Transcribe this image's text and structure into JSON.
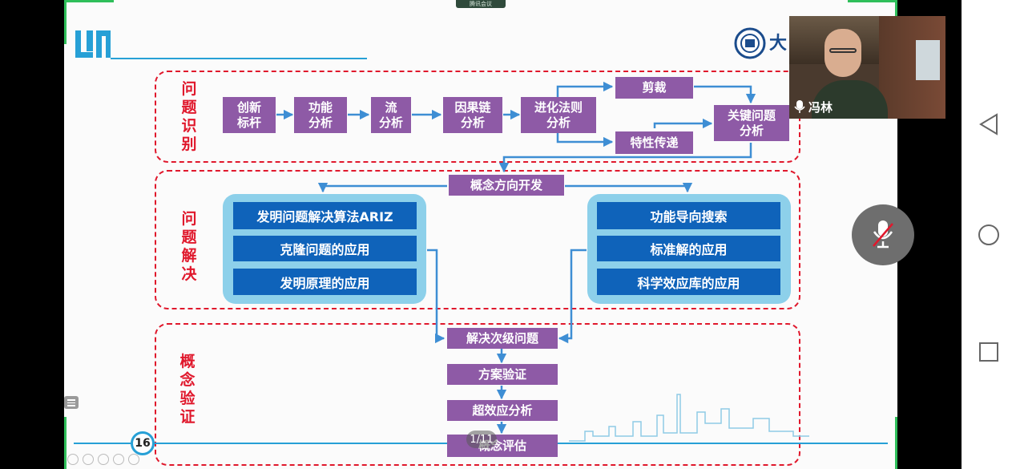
{
  "meeting": {
    "top_label": "腾讯会议",
    "participant_name": "冯林",
    "page_indicator": "1/11"
  },
  "slide": {
    "page_number": "16",
    "sections": {
      "identify": "问\n题\n识\n别",
      "solve": "问\n题\n解\n决",
      "verify": "概\n念\n验\n证"
    },
    "flow": {
      "innovation_benchmark": "创新\n标杆",
      "function_analysis": "功能\n分析",
      "flow_analysis": "流\n分析",
      "causal_chain": "因果链\n分析",
      "evolution_law": "进化法则\n分析",
      "trimming": "剪裁",
      "feature_transfer": "特性传递",
      "key_problem": "关键问题\n分析",
      "concept_direction": "概念方向开发",
      "left_options": [
        "发明问题解决算法ARIZ",
        "克隆问题的应用",
        "发明原理的应用"
      ],
      "right_options": [
        "功能导向搜索",
        "标准解的应用",
        "科学效应库的应用"
      ],
      "secondary_problem": "解决次级问题",
      "scheme_verification": "方案验证",
      "super_effect": "超效应分析",
      "concept_evaluation": "概念评估"
    }
  },
  "colors": {
    "flow_box": "#8e5aa6",
    "option_box": "#0f63ba",
    "panel": "#8dd0ea",
    "dashed_border": "#e0182c",
    "arrow": "#3e8ed4"
  }
}
